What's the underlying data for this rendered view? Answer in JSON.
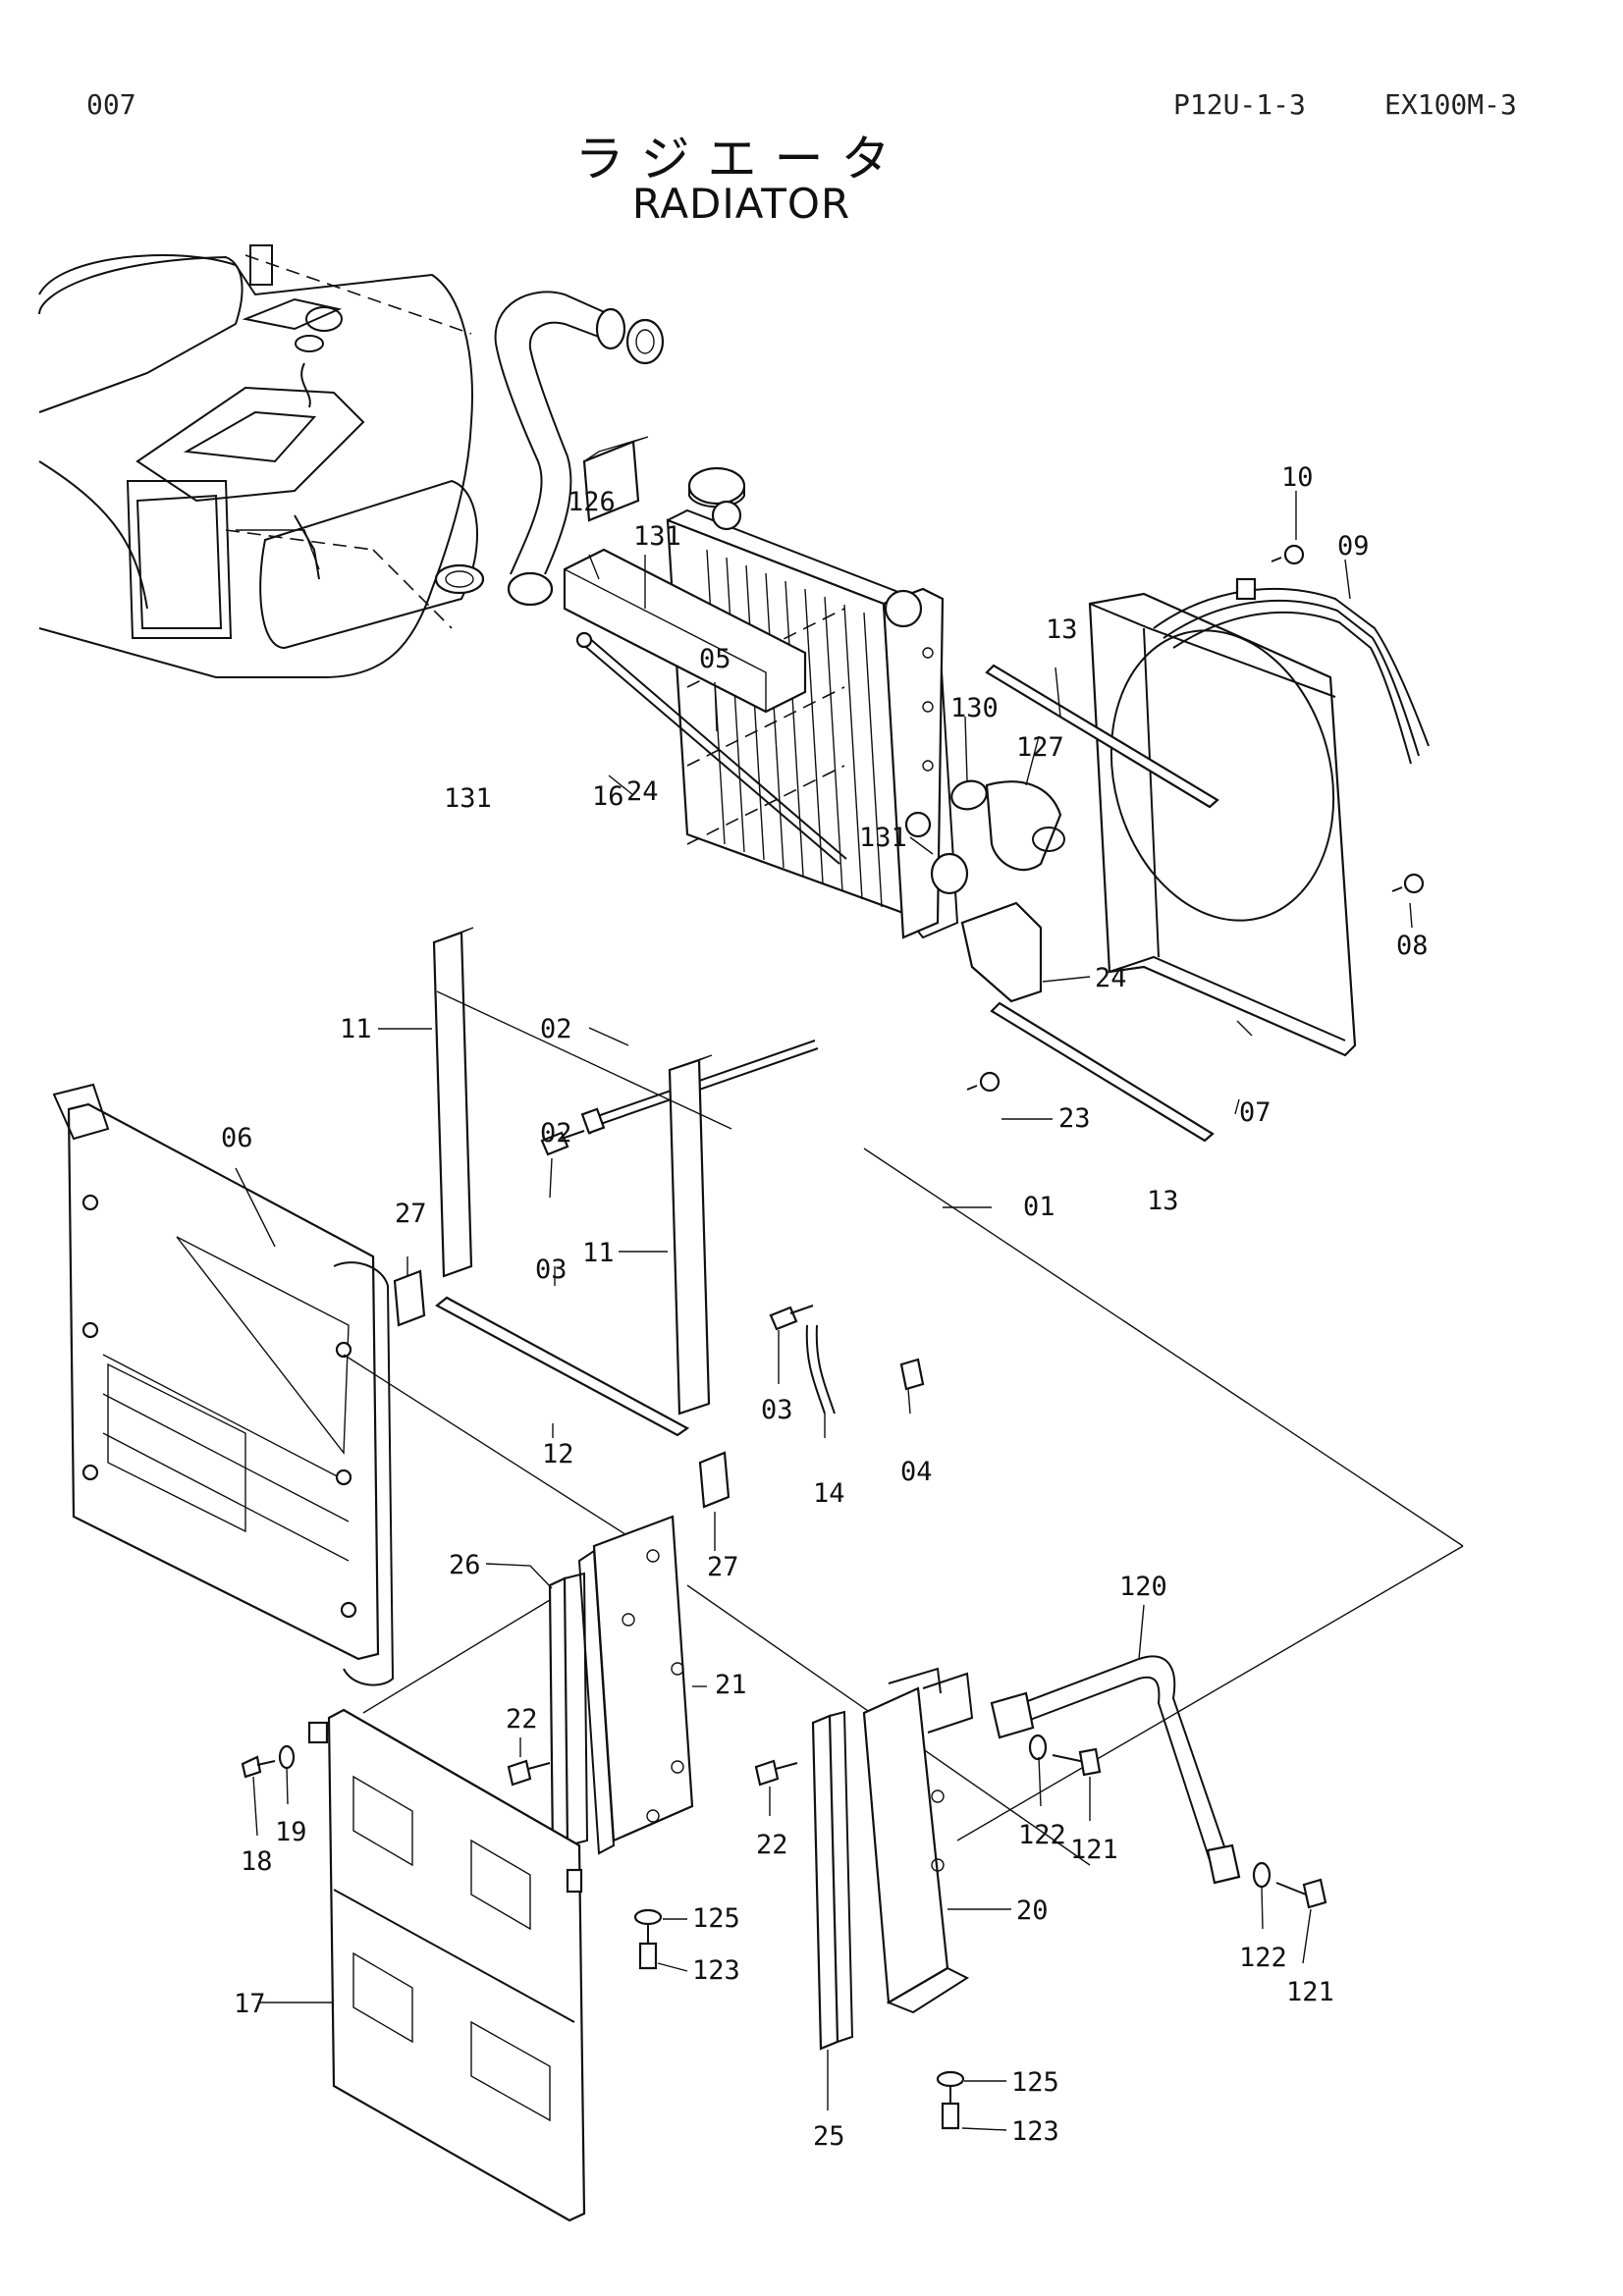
{
  "header": {
    "page_number": "007",
    "section_code": "P12U-1-3",
    "model": "EX100M-3"
  },
  "title": {
    "japanese": "ラジエータ",
    "english": "RADIATOR"
  },
  "callouts": {
    "c126": "126",
    "c131a": "131",
    "c131b": "131",
    "c131c": "131",
    "c05": "05",
    "c24a": "24",
    "c24b": "24",
    "c16": "16",
    "c10": "10",
    "c09": "09",
    "c13a": "13",
    "c13b": "13",
    "c130": "130",
    "c127": "127",
    "c08": "08",
    "c07": "07",
    "c11a": "11",
    "c11b": "11",
    "c02a": "02",
    "c02b": "02",
    "c23": "23",
    "c01": "01",
    "c06": "06",
    "c27a": "27",
    "c27b": "27",
    "c03a": "03",
    "c03b": "03",
    "c12": "12",
    "c14": "14",
    "c04": "04",
    "c26": "26",
    "c21": "21",
    "c22a": "22",
    "c22b": "22",
    "c18": "18",
    "c19": "19",
    "c17": "17",
    "c125a": "125",
    "c125b": "125",
    "c123a": "123",
    "c123b": "123",
    "c120": "120",
    "c122a": "122",
    "c122b": "122",
    "c121a": "121",
    "c121b": "121",
    "c20": "20",
    "c25": "25"
  }
}
